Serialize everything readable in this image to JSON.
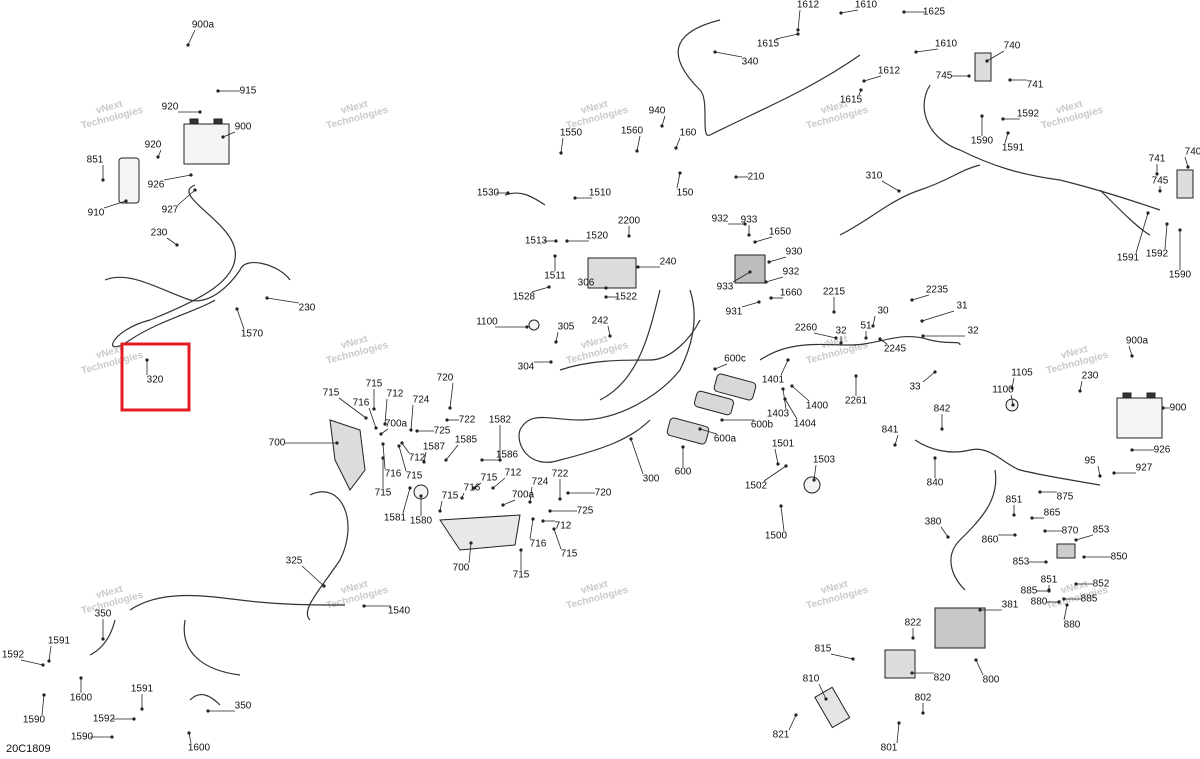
{
  "diagram_code": "20C1809",
  "watermark": [
    "vNext",
    "Technologies"
  ],
  "highlight_color": "#e01b22",
  "part_numbers": {
    "n900a_top": "900a",
    "n915": "915",
    "n920_a": "920",
    "n900_top": "900",
    "n920_b": "920",
    "n851_top": "851",
    "n926_top": "926",
    "n927_top": "927",
    "n910": "910",
    "n230_a": "230",
    "n230_b": "230",
    "n1570": "1570",
    "n320": "320",
    "n1612_a": "1612",
    "n1610_a": "1610",
    "n1625": "1625",
    "n1615_a": "1615",
    "n1610_b": "1610",
    "n340": "340",
    "n1612_b": "1612",
    "n1615_b": "1615",
    "n740_a": "740",
    "n745_a": "745",
    "n741_a": "741",
    "n1592_a": "1592",
    "n1590_a": "1590",
    "n1591_a": "1591",
    "n310": "310",
    "n740_b": "740",
    "n741_b": "741",
    "n745_b": "745",
    "n1591_b": "1591",
    "n1592_b": "1592",
    "n1590_b": "1590",
    "n940": "940",
    "n1550": "1550",
    "n1560": "1560",
    "n160": "160",
    "n150": "150",
    "n210": "210",
    "n1530": "1530",
    "n1510": "1510",
    "n1513": "1513",
    "n1520": "1520",
    "n1511": "1511",
    "n1528": "1528",
    "n2200": "2200",
    "n240": "240",
    "n306": "306",
    "n1522": "1522",
    "n242": "242",
    "n932_a": "932",
    "n933_a": "933",
    "n1650": "1650",
    "n930": "930",
    "n933_b": "933",
    "n932_b": "932",
    "n931": "931",
    "n1660": "1660",
    "n1100_a": "1100",
    "n305": "305",
    "n304": "304",
    "n2215": "2215",
    "n2235": "2235",
    "n30": "30",
    "n31": "31",
    "n2260": "2260",
    "n32_a": "32",
    "n51": "51",
    "n32_b": "32",
    "n2245": "2245",
    "n33": "33",
    "n2261": "2261",
    "n600c": "600c",
    "n1401": "1401",
    "n1400": "1400",
    "n1403": "1403",
    "n1404": "1404",
    "n600b": "600b",
    "n600a": "600a",
    "n600": "600",
    "n300": "300",
    "n720_a": "720",
    "n715_a": "715",
    "n716_a": "716",
    "n712_a": "712",
    "n715_b": "715",
    "n724_a": "724",
    "n722_a": "722",
    "n725_a": "725",
    "n700a_a": "700a",
    "n700_a": "700",
    "n712_b": "712",
    "n716_b": "716",
    "n715_c": "715",
    "n715_d": "715",
    "n1587": "1587",
    "n1585": "1585",
    "n1582": "1582",
    "n1586": "1586",
    "n715_e": "715",
    "n716_c": "716",
    "n712_c": "712",
    "n1581": "1581",
    "n1580": "1580",
    "n715_f": "715",
    "n700a_b": "700a",
    "n724_b": "724",
    "n722_b": "722",
    "n720_b": "720",
    "n725_b": "725",
    "n712_d": "712",
    "n716_d": "716",
    "n715_g": "715",
    "n715_h": "715",
    "n700_b": "700",
    "n1501": "1501",
    "n1503": "1503",
    "n1502": "1502",
    "n1500": "1500",
    "n900a_b": "900a",
    "n1105": "1105",
    "n230_c": "230",
    "n1100_b": "1100",
    "n900_b": "900",
    "n842": "842",
    "n841": "841",
    "n926_b": "926",
    "n95": "95",
    "n927_b": "927",
    "n840": "840",
    "n875": "875",
    "n851_b": "851",
    "n865": "865",
    "n870": "870",
    "n853_a": "853",
    "n860": "860",
    "n853_b": "853",
    "n850": "850",
    "n380": "380",
    "n851_c": "851",
    "n852": "852",
    "n885_a": "885",
    "n885_b": "885",
    "n880_a": "880",
    "n880_b": "880",
    "n381": "381",
    "n822": "822",
    "n815": "815",
    "n820": "820",
    "n800": "800",
    "n810": "810",
    "n802": "802",
    "n821": "821",
    "n801": "801",
    "n325": "325",
    "n1540": "1540",
    "n1591_c": "1591",
    "n350_a": "350",
    "n1592_c": "1592",
    "n1600_a": "1600",
    "n1590_c": "1590",
    "n1591_d": "1591",
    "n1592_d": "1592",
    "n350_b": "350",
    "n1590_d": "1590",
    "n1600_b": "1600"
  }
}
